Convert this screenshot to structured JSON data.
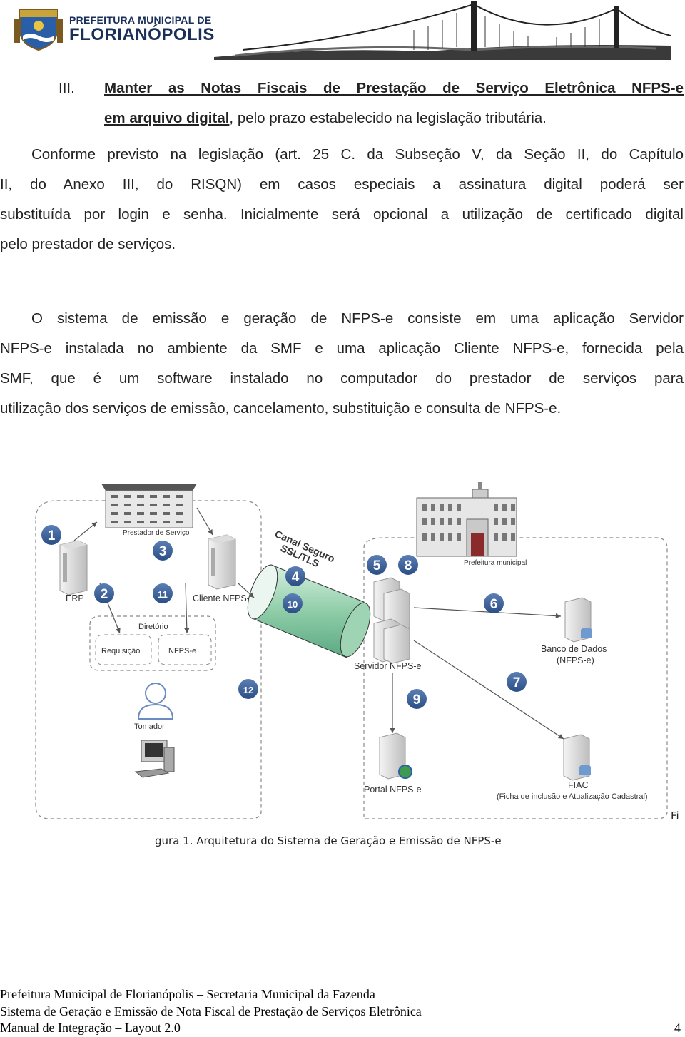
{
  "header": {
    "line1": "PREFEITURA MUNICIPAL DE",
    "line2": "FLORIANÓPOLIS"
  },
  "section": {
    "roman": "III.",
    "emph": "Manter as Notas Fiscais de Prestação de Serviço Eletrônica NFPS-e",
    "emph2": "em arquivo digital",
    "rest": ", pelo prazo estabelecido na legislação tributária."
  },
  "para1": [
    "Conforme previsto na legislação (art. 25 C. da Subseção V, da Seção II, do Capítulo",
    "II, do Anexo III, do RISQN) em casos especiais a assinatura digital poderá ser",
    "substituída por login e senha. Inicialmente será opcional a utilização de certificado digital",
    "pelo prestador de serviços."
  ],
  "para2": [
    "O sistema de emissão e geração de NFPS-e consiste em uma aplicação Servidor",
    "NFPS-e instalada no ambiente da SMF e uma aplicação Cliente NFPS-e, fornecida pela",
    "SMF, que é um software instalado no computador do prestador de serviços para",
    "utilização dos serviços de emissão, cancelamento, substituição e consulta de NFPS-e."
  ],
  "diagram": {
    "labels": {
      "prestador": "Prestador de Serviço",
      "erp": "ERP",
      "cliente": "Cliente NFPS-e",
      "diretorio": "Diretório",
      "requisicao": "Requisição",
      "nfpse": "NFPS-e",
      "tomador": "Tomador",
      "canal1": "Canal Seguro",
      "canal2": "SSL/TLS",
      "servidor": "Servidor NFPS-e",
      "prefeitura": "Prefeitura municipal",
      "banco1": "Banco de Dados",
      "banco2": "(NFPS-e)",
      "portal": "Portal NFPS-e",
      "fiac1": "FIAC",
      "fiac2": "(Ficha de inclusão e Atualização Cadastral)"
    },
    "numbers": [
      "1",
      "2",
      "3",
      "4",
      "5",
      "6",
      "7",
      "8",
      "9",
      "10",
      "11",
      "12"
    ]
  },
  "caption": {
    "fi": "Fi",
    "text": "gura 1. Arquitetura do Sistema de Geração e Emissão de NFPS-e"
  },
  "footer": {
    "line1": "Prefeitura Municipal de Florianópolis – Secretaria Municipal da Fazenda",
    "line2": "Sistema de Geração e Emissão de Nota Fiscal de Prestação de Serviços Eletrônica",
    "line3": "Manual de Integração – Layout 2.0",
    "page": "4"
  }
}
